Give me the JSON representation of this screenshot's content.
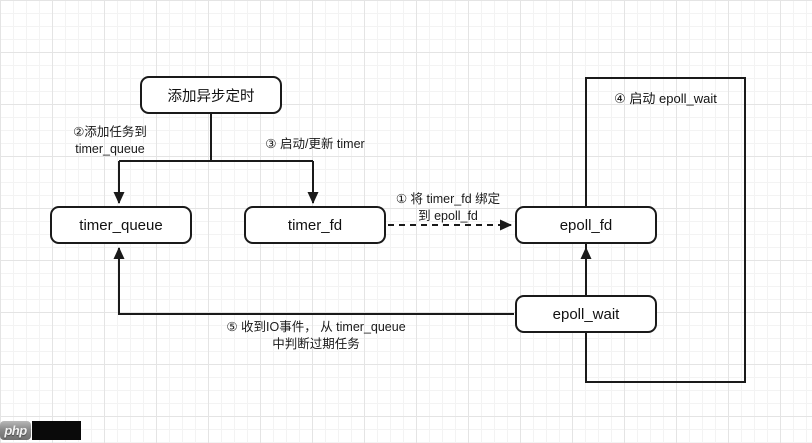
{
  "diagram": {
    "title_hint": "timer_fd / epoll async timer flow",
    "nodes": {
      "add_async_timer": {
        "label": "添加异步定时"
      },
      "timer_queue": {
        "label": "timer_queue"
      },
      "timer_fd": {
        "label": "timer_fd"
      },
      "epoll_fd": {
        "label": "epoll_fd"
      },
      "epoll_wait": {
        "label": "epoll_wait"
      }
    },
    "loop_box": {
      "label": "④ 启动 epoll_wait"
    },
    "edge_labels": {
      "step1": "① 将 timer_fd 绑定\n到 epoll_fd",
      "step2": "②添加任务到\ntimer_queue",
      "step3": "③ 启动/更新 timer",
      "step5": "⑤ 收到IO事件， 从 timer_queue\n中判断过期任务"
    },
    "colors": {
      "line": "#1a1a1a",
      "box_border": "#1a1a1a",
      "box_fill": "#ffffff",
      "grid_minor": "#f3f3f3",
      "grid_major": "#e4e4e4",
      "background": "#ffffff"
    }
  },
  "watermark": {
    "logo_text": "php"
  }
}
